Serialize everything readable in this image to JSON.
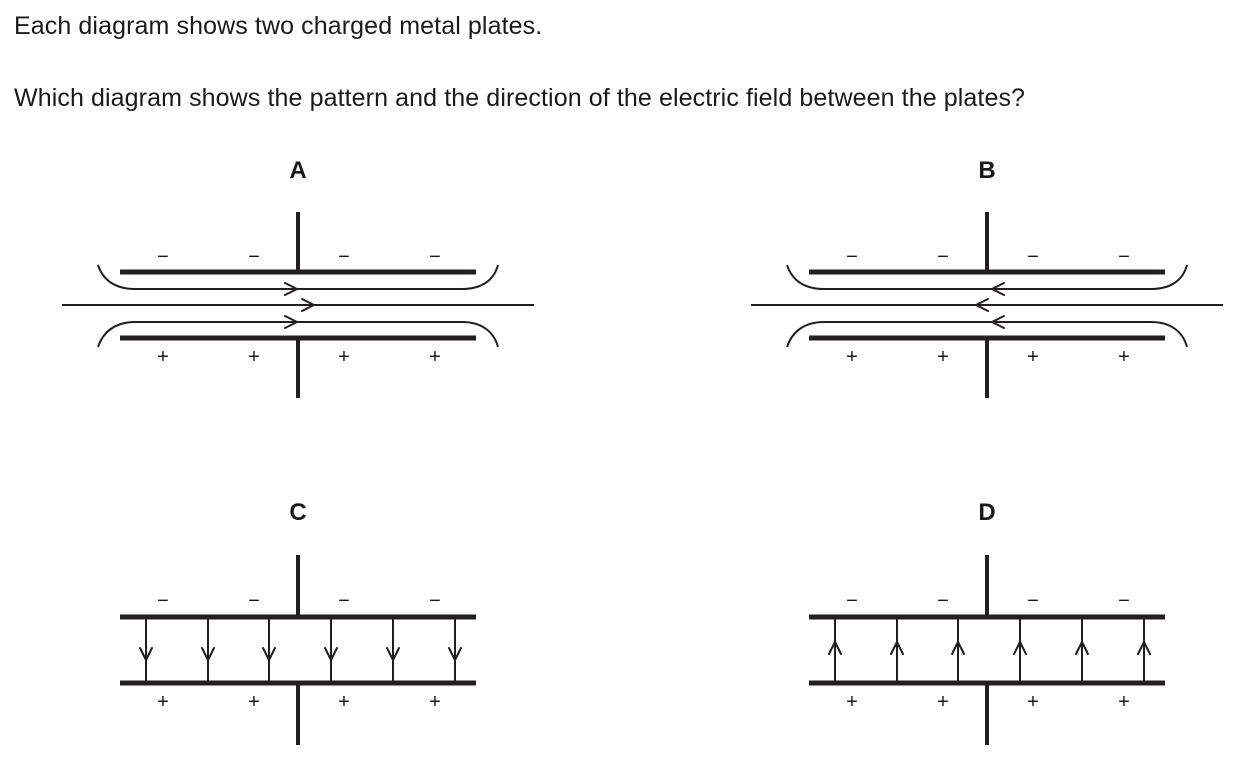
{
  "question": {
    "line1": "Each diagram shows two charged metal plates.",
    "line2": "Which diagram shows the pattern and the direction of the electric field between the plates?"
  },
  "options": [
    {
      "label": "A",
      "pattern": "fringing",
      "direction": "right"
    },
    {
      "label": "B",
      "pattern": "fringing",
      "direction": "left"
    },
    {
      "label": "C",
      "pattern": "uniform",
      "direction": "down"
    },
    {
      "label": "D",
      "pattern": "uniform",
      "direction": "up"
    }
  ],
  "signs": {
    "top_plate": "−",
    "bottom_plate": "+"
  },
  "colors": {
    "ink": "#231f20",
    "background": "#ffffff"
  }
}
